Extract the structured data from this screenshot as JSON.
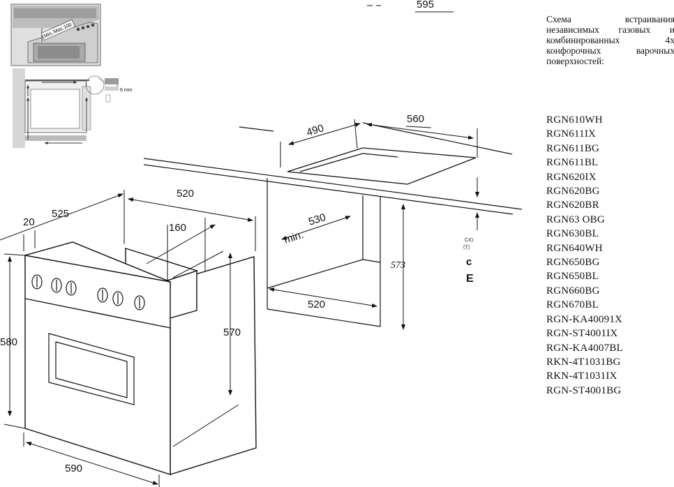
{
  "caption": "Схема встраивания независимых газовых и комбинированных 4х конфорочных варочных поверхностей:",
  "models": [
    "RGN610WH",
    "RGN611IX",
    "RGN611BG",
    "RGN611BL",
    "RGN620IX",
    "RGN620BG",
    "RGN620BR",
    "RGN63 OBG",
    "RGN630BL",
    "RGN640WH",
    "RGN650BG",
    "RGN650BL",
    "RGN660BG",
    "RGN670BL",
    "RGN-KA40091X",
    "RGN-ST4001IX",
    "RGN-KA4007BL",
    "RKN-4T1031BG",
    "RKN-4T1031IX",
    "RGN-ST4001BG"
  ],
  "dimensions": {
    "top_595": "595",
    "cutout_490": "490",
    "cutout_560": "560",
    "niche_depth_min": "min.",
    "niche_depth_530": "530",
    "niche_height_573": "573",
    "niche_width_520": "520",
    "oven_depth_520": "520",
    "oven_depth_525": "525",
    "oven_front_20": "20",
    "oven_rear_160": "160",
    "oven_height_570": "570",
    "oven_height_580": "580",
    "oven_width_590": "590"
  },
  "inset": {
    "gap_label": "6 mm",
    "badge_min": "Min.",
    "badge_max": "Max.",
    "badge_100": "100"
  },
  "marks": {
    "code1": "CX)",
    "code2": "('('j",
    "c_letter": "c",
    "e_letter": "E"
  },
  "colors": {
    "line": "#111111",
    "inset_bg": "#dcdcdc",
    "inset_line": "#555555"
  }
}
